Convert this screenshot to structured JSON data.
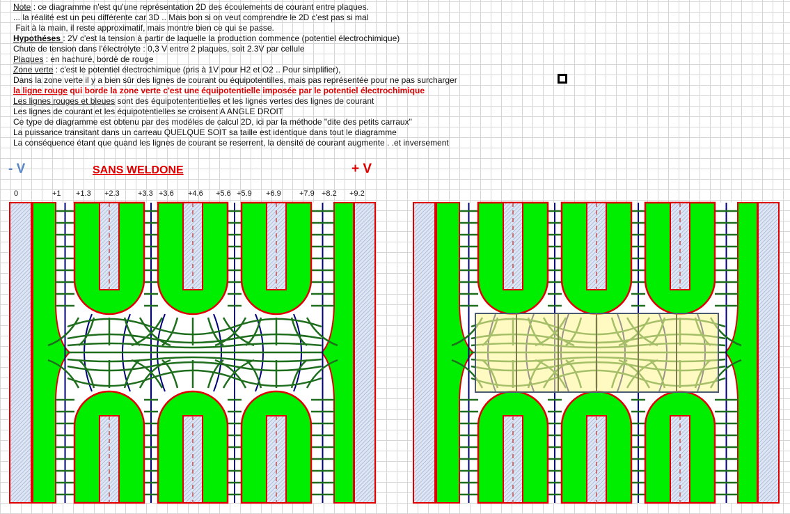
{
  "notes": [
    {
      "u": "Note",
      "t": " : ce diagramme n'est qu'une représentation 2D des écoulements de courant entre plaques."
    },
    {
      "u": "",
      "t": "... la réalité est un peu différente car 3D .. Mais bon si on veut comprendre le 2D c'est pas si mal"
    },
    {
      "u": "",
      "t": " Fait à la main, il reste approximatif, mais montre bien ce qui se passe."
    },
    {
      "u": "Hypothéses ",
      "t": ": 2V c'est la tension à partir de laquelle la production commence (potentiel électrochimique)",
      "bold": true
    },
    {
      "u": "",
      "t": "Chute de tension dans l'électrolyte : 0,3 V entre 2 plaques, soit 2.3V par cellule"
    },
    {
      "u": "Plaques",
      "t": " : en hachuré, bordé de rouge"
    },
    {
      "u": "Zone verte",
      "t": " : c'est le potentiel électrochimique (pris à 1V pour H2 et O2 .. Pour simplifier),"
    },
    {
      "u": "",
      "t": "Dans la zone verte il y a bien sûr des lignes de courant ou équipotentilles, mais pas représentée pour ne pas surcharger"
    },
    {
      "u": "la ligne rouge",
      "t": " qui borde la zone verte c'est une équipotentielle imposée par le potentiel électrochimique",
      "red": true
    },
    {
      "u": "Les lignes rouges et bleues",
      "t": " sont des équipotententielles et les lignes vertes des lignes de courant"
    },
    {
      "u": "",
      "t": "Les lignes de courant et les équipotentielles se croisent A ANGLE DROIT"
    },
    {
      "u": "",
      "t": "Ce type de diagramme est obtenu par des modéles de calcul 2D, ici par la méthode \"dite des petits carraux\""
    },
    {
      "u": "",
      "t": "La puissance transitant dans un carreau QUELQUE SOIT sa taille est identique dans tout le diagramme"
    },
    {
      "u": "",
      "t": "La conséquence étant que quand les lignes de courant se reserrent, la densité de courant augmente . .et inversement"
    }
  ],
  "minus_label": "- V",
  "title": "SANS WELDONE",
  "plus_label": "+ V",
  "voltage_ticks": [
    "0",
    "+1",
    "+1.3",
    "+2.3",
    "+3.3",
    "+3.6",
    "+4.6",
    "+5.6",
    "+5.9",
    "+6.9",
    "+7.9",
    "+8.2",
    "+9.2"
  ],
  "colors": {
    "green": "#00ee00",
    "red": "#e00000",
    "blue": "#00007a",
    "streamline": "#1e6e1e",
    "plate": "#c8d4ea",
    "minus": "#5a86c6",
    "highlight": "#fff59a"
  }
}
